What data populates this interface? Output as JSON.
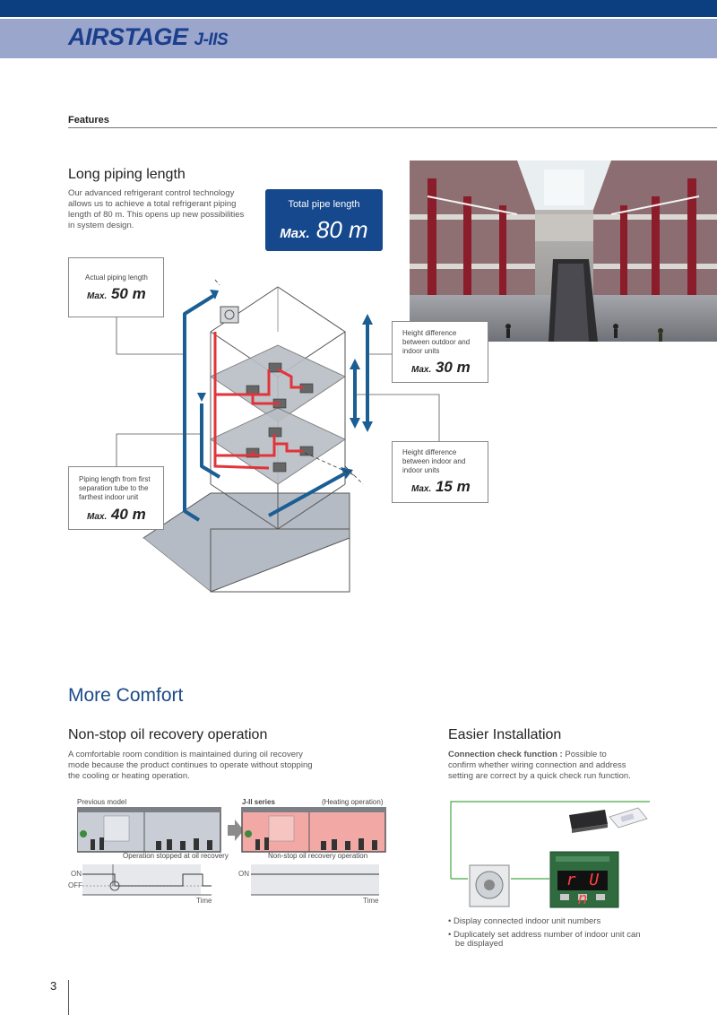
{
  "header": {
    "logo_main": "AIRSTAGE",
    "logo_series": "J-IIS"
  },
  "section": {
    "label": "Features"
  },
  "long_piping": {
    "title": "Long piping length",
    "body": "Our advanced refrigerant control technology allows us to achieve a total refrigerant piping length of 80 m. This opens up new possibilities in system design.",
    "total_label": "Total pipe length",
    "total_max": "Max.",
    "total_value": "80 m"
  },
  "callouts": {
    "actual": {
      "label": "Actual piping length",
      "max": "Max.",
      "value": "50 m"
    },
    "outdoor_indoor": {
      "label_1": "Height difference",
      "label_2": "between outdoor  and",
      "label_3": "indoor units",
      "max": "Max.",
      "value": "30 m"
    },
    "indoor_indoor": {
      "label_1": "Height difference",
      "label_2": "between indoor and",
      "label_3": "indoor units",
      "max": "Max.",
      "value": "15 m"
    },
    "separation": {
      "label_1": "Piping length from first",
      "label_2": "separation tube to the",
      "label_3": "farthest indoor unit",
      "max": "Max.",
      "value": "40 m"
    }
  },
  "more_comfort": {
    "title": "More Comfort"
  },
  "oil_recovery": {
    "title": "Non-stop oil recovery operation",
    "body_1": "A comfortable room condition is maintained during oil recovery",
    "body_2": "mode because the product continues to operate without stopping",
    "body_3": "the cooling or heating operation.",
    "previous_model": "Previous model",
    "jii_series": "J-II series",
    "heating_operation": "(Heating operation)",
    "caption_previous": "Operation stopped at oil recovery",
    "caption_jii": "Non-stop oil recovery operation",
    "on": "ON",
    "off": "OFF",
    "time": "Time"
  },
  "installation": {
    "title": "Easier Installation",
    "lead_bold": "Connection check function :",
    "lead_rest": " Possible to",
    "body_2": "confirm whether wiring connection and address",
    "body_3": "setting are correct by a quick check run function.",
    "bullets": [
      "• Display connected indoor unit numbers",
      "• Duplicately set address number of indoor unit can",
      "   be displayed"
    ],
    "display_text": "r U n"
  },
  "page": {
    "number": "3"
  },
  "colors": {
    "navy": "#0c3f80",
    "band": "#9aa6cc",
    "pipe_blue": "#1a5e94",
    "pipe_red": "#e0343a",
    "heading_blue": "#1c4a86"
  }
}
